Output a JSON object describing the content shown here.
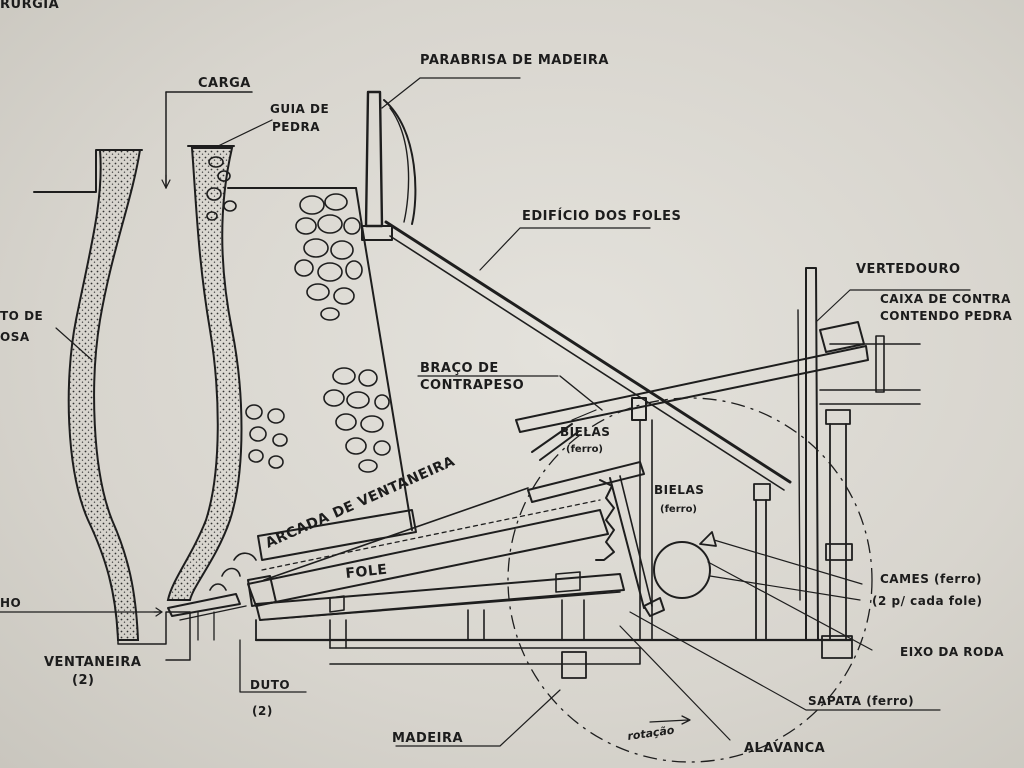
{
  "header_fragment": "RURGIA",
  "labels": {
    "carga": "CARGA",
    "guia_de_pedra_1": "GUIA DE",
    "guia_de_pedra_2": "PEDRA",
    "parabrisa": "PARABRISA DE MADEIRA",
    "edificio": "EDIFÍCIO DOS FOLES",
    "vertedouro": "VERTEDOURO",
    "caixa_1": "CAIXA DE CONTRA",
    "caixa_2": "CONTENDO PEDRA",
    "left_cut_1": "TO DE",
    "left_cut_2": "OSA",
    "braco_1": "BRAÇO DE",
    "braco_2": "CONTRAPESO",
    "bielas_1": "BIELAS",
    "bielas_1_sub": "(ferro)",
    "bielas_2": "BIELAS",
    "bielas_2_sub": "(ferro)",
    "arcada": "ARCADA DE VENTANEIRA",
    "fole": "FOLE",
    "cames_1": "CAMES (ferro)",
    "cames_2": "(2 p/ cada fole)",
    "eixo": "EIXO DA RODA",
    "left_cut_3": "HO",
    "ventaneira_1": "VENTANEIRA",
    "ventaneira_2": "(2)",
    "duto_1": "DUTO",
    "duto_2": "(2)",
    "sapata": "SAPATA (ferro)",
    "madeira": "MADEIRA",
    "rotacao": "rotação",
    "alavanca": "ALAVANCA"
  },
  "colors": {
    "ink": "#1e1e1e",
    "paper": "#e2e0da"
  }
}
